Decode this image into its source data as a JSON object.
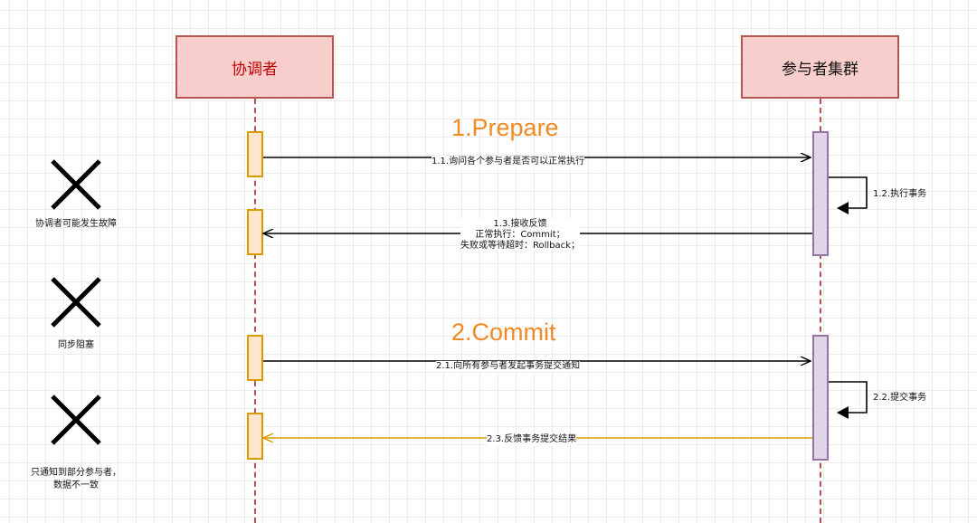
{
  "participants": {
    "coordinator": "协调者",
    "cluster": "参与者集群"
  },
  "phases": {
    "prepare": "1.Prepare",
    "commit": "2.Commit"
  },
  "messages": {
    "m1_1": "1.1.询问各个参与者是否可以正常执行",
    "m1_2": "1.2.执行事务",
    "m1_3": [
      "1.3.接收反馈",
      "正常执行：Commit；",
      "失败或等待超时：Rollback；"
    ],
    "m2_1": "2.1.向所有参与者发起事务提交通知",
    "m2_2": "2.2.提交事务",
    "m2_3": "2.3.反馈事务提交结果"
  },
  "failures": [
    {
      "lines": [
        "协调者可能发生故障"
      ]
    },
    {
      "lines": [
        "同步阻塞"
      ]
    },
    {
      "lines": [
        "只通知到部分参与者，",
        "数据不一致"
      ]
    }
  ],
  "colors": {
    "participant_fill": "#f8cecc",
    "participant_border": "#b85450",
    "coord_activation_fill": "#ffe6cc",
    "coord_activation_border": "#d79b00",
    "cluster_activation_fill": "#e1d5e7",
    "cluster_activation_border": "#9673a6",
    "phase_text": "#f08a24",
    "feedback_arrow": "#d79b00"
  }
}
